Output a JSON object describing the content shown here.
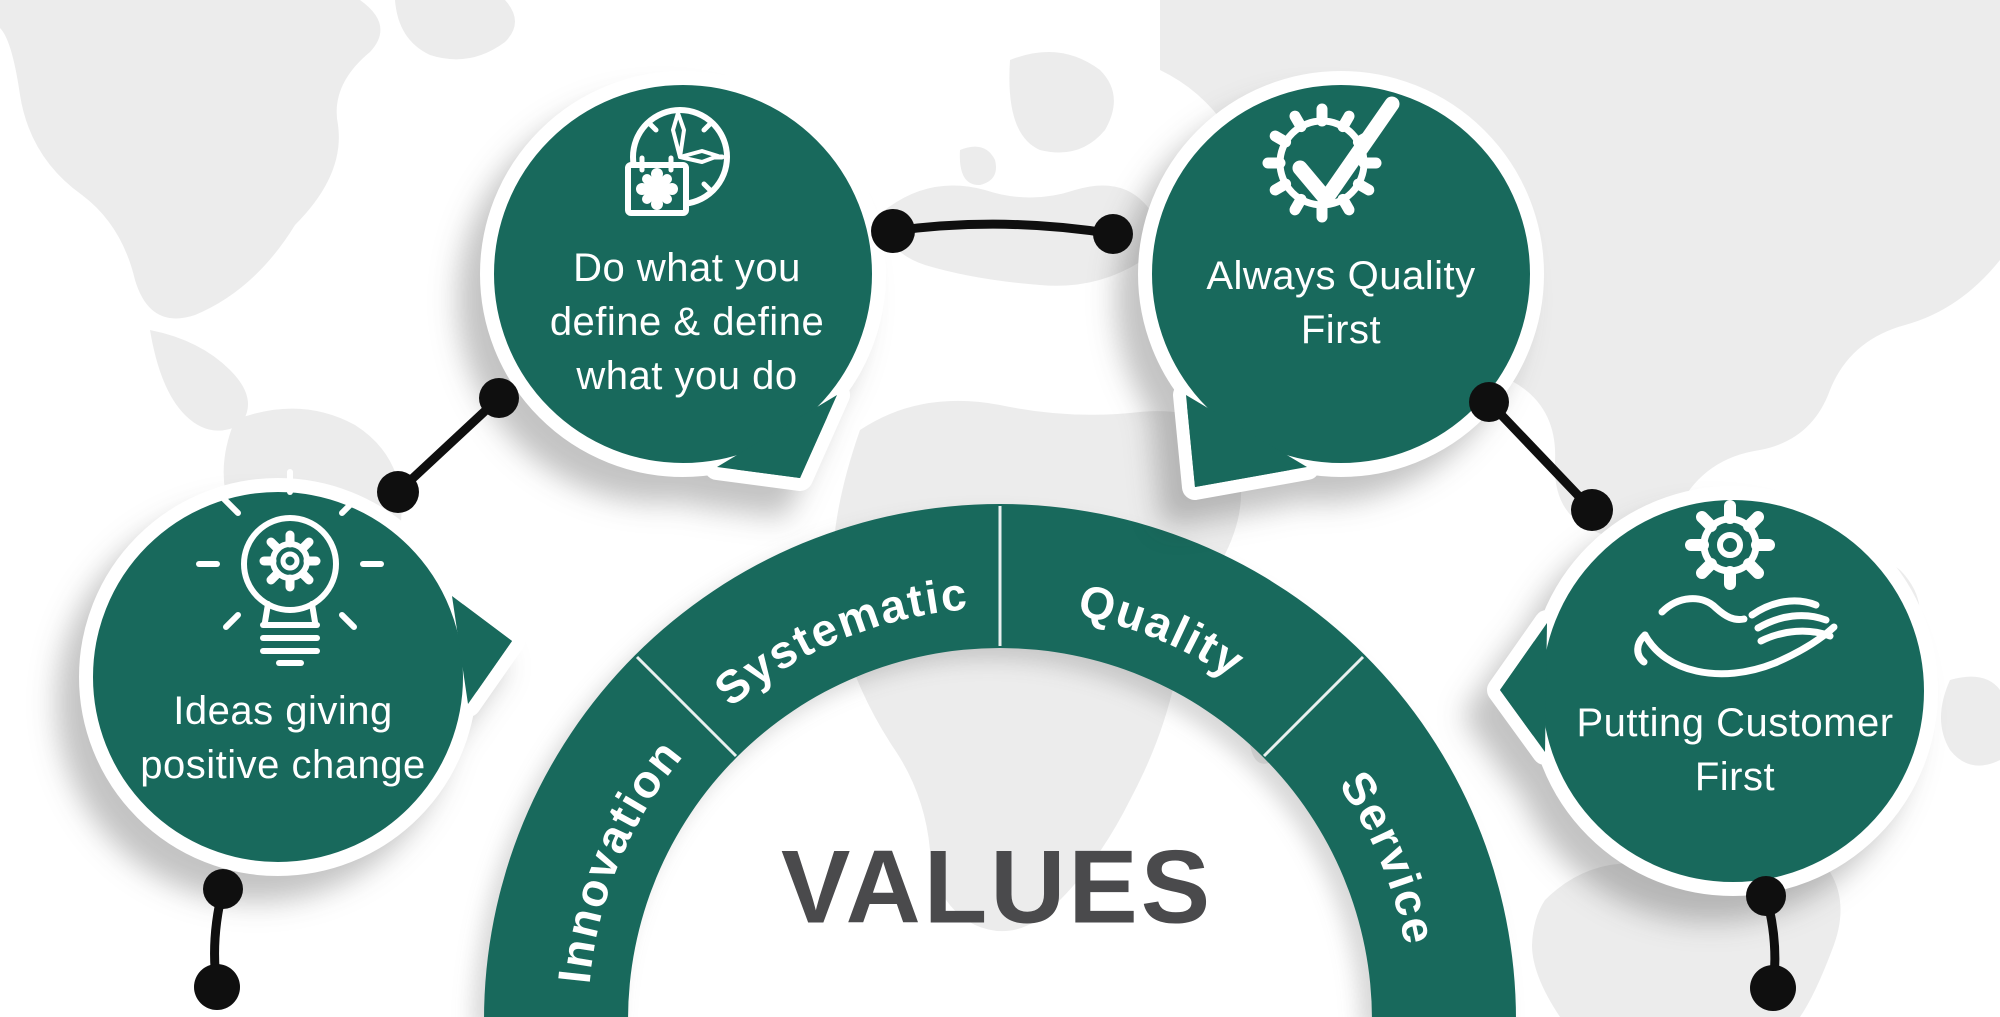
{
  "title": "VALUES",
  "colors": {
    "green": "#18695C",
    "title_text": "#4A4A4C",
    "bubble_text": "#FFFFFF",
    "connector_black": "#0F0F0F",
    "map_gray": "#ECECEC",
    "background": "#FFFFFF"
  },
  "arch": {
    "segments": [
      "Innovation",
      "Systematic",
      "Quality",
      "Service"
    ]
  },
  "bubbles": {
    "define": {
      "icon": "clock-calendar-icon",
      "lines": [
        "Do what you",
        "define & define",
        "what you do"
      ]
    },
    "quality": {
      "icon": "badge-check-icon",
      "lines": [
        "Always Quality",
        "First"
      ]
    },
    "ideas": {
      "icon": "bulb-gear-icon",
      "lines": [
        "Ideas giving",
        "positive change"
      ]
    },
    "customer": {
      "icon": "hand-gear-icon",
      "lines": [
        "Putting Customer",
        "First"
      ]
    }
  }
}
